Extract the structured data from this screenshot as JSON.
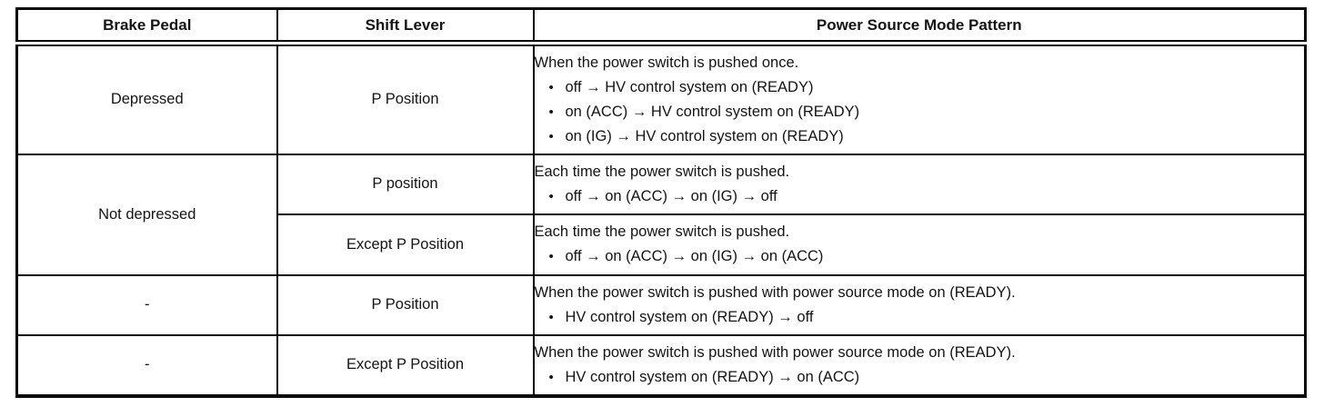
{
  "bullet_char": "•",
  "table": {
    "headers": {
      "brake_pedal": "Brake Pedal",
      "shift_lever": "Shift Lever",
      "pattern": "Power Source Mode Pattern"
    },
    "rows": [
      {
        "brake": "Depressed",
        "shift": "P Position",
        "intro": "When the power switch is pushed once.",
        "bullets": [
          "off → HV control system on (READY)",
          "on (ACC) → HV control system on (READY)",
          "on (IG) → HV control system on (READY)"
        ]
      },
      {
        "brake": "Not depressed",
        "shift": "P position",
        "intro": "Each time the power switch is pushed.",
        "bullets": [
          "off → on (ACC) → on (IG) → off"
        ]
      },
      {
        "shift": "Except P Position",
        "intro": "Each time the power switch is pushed.",
        "bullets": [
          "off → on (ACC) → on (IG) → on (ACC)"
        ]
      },
      {
        "brake": "-",
        "shift": "P Position",
        "intro": "When the power switch is pushed with power source mode on (READY).",
        "bullets": [
          "HV control system on (READY) → off"
        ]
      },
      {
        "brake": "-",
        "shift": "Except P Position",
        "intro": "When the power switch is pushed with power source mode on (READY).",
        "bullets": [
          "HV control system on (READY) → on (ACC)"
        ]
      }
    ]
  }
}
